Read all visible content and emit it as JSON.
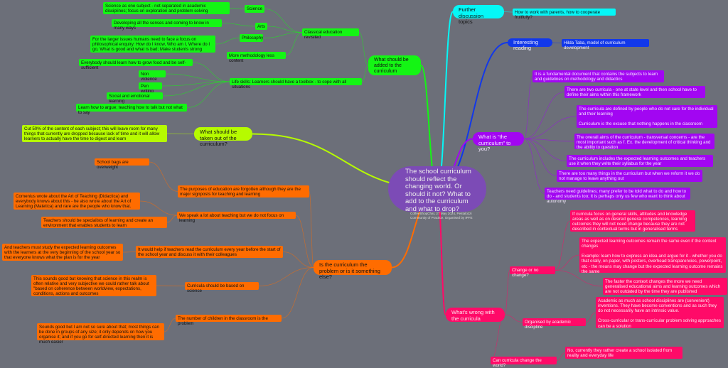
{
  "center": {
    "title": "The school curriculum should reflect the changing world. Or should it not? What to add to the curriculum and what to drop?",
    "caption": "CoffeeShopChat, 27 May 2024, Pestalozzi Community of Practice. Organised by IPFE"
  },
  "added": {
    "hub": "What should be added to the curriculum",
    "classical": "Classical education revisited",
    "science": "Science",
    "science_note": "Science as one subject - not separated in academic disciplines; focus on exploration and problem solving",
    "arts": "Arts",
    "arts_note": "Developing all the senses and coming to know in many ways",
    "philosophy": "Philosophy",
    "philosophy_note": "For the larger issues humans need to face a focus on philosophical enquiry: How do I know, Who am I, Where do I go, What is good and what is bad; Make students strong",
    "methodology": "More methodology less content",
    "life": "Life skills: Learners should have a toolbox - to cope with all situations",
    "food": "Everybody should learn how to grow food and be self-sufficient",
    "nonviolence": "Non violence",
    "pen": "Pen writing",
    "social": "Social and emotional learning",
    "argue": "Learn how to argue; teaching  how to talk but not what to say"
  },
  "further": {
    "hub": "Further discussion topics",
    "item": "How to work with parents, how to cooperate fruitfully?"
  },
  "reading": {
    "hub": "Interesting reading",
    "item": "Hilda Taba, model of curriculum development"
  },
  "what_is": {
    "hub": "What is “the curriculum” to you?",
    "items": [
      "It is a fundamental document that contains the subjects to learn and guidelines on methodology and didactics",
      "There are two curricula - one at state level and then school have to define their aims within this framework",
      "The curricula are defined by people who do not care for the individual and their learning\n\nCurriculum is the excuse that nothing happens in the classroom",
      "The overall aims of the curriculum - transversal concerns - are the most important such as f. Ex. the development of critical thinking and the ability to question",
      "The curriculum includes the expected learning outcomes and teachers use it when they write their syllabus for the year",
      "There are too many things in the curriculum but when we reform it we do not manage to leave anything out",
      "Teachers need guidelines; many prefer to be told what to do and how to do - and students too; It is perhaps only us few who want to think about autonomy"
    ]
  },
  "taken_out": {
    "hub": "What should be taken out of the curriculum?",
    "item": "Cut 50% of the content of each subject; this will leave room for many things that currently are dropped because lack of time and it will allow learners to actually have the time to digest and learn"
  },
  "problem": {
    "hub": "Is the curriculum the problem or is it something else?",
    "bags": "School bags are overweight",
    "purposes": "The purposes of education are forgotten although they are the major signposts for teaching and learning",
    "comenius": "Comenius wrote about the Art of Teaching (Didactica) and everybody knows about this  - he also wrote about the Art of Learning (Matetica) and rare are the people who know that.",
    "speak": "We speak a lot about teaching but we do not focus on learning",
    "specialists": "Teachers should be specialists of learning and create an environment that enables  students to learn",
    "study": "And teachers must study the expected learning outcomes with the learners at the very beginning of the school year so that everyone knows what the plan is for the year",
    "read": "It would help if teachers read the curriculum every year before the start of the school year and discuss it with their colleagues",
    "science_note": "This sounds good but knowing that science in this realm is often relative and very subjective we could rather talk about \"based on coherence between worldview, expectations, conditions, actions and outcomes",
    "science": "Curricula should be based on science",
    "number": "The number of children in the classroom is the problem",
    "number_note": "Sounds good but I am not so sure about that; most things can be done in groups of any size; it only depends on how you organise it; and if you go for self-directed learning then it is much easier"
  },
  "wrong": {
    "hub": "What's wrong with the curricula",
    "change": "Change or no change?",
    "change_items": [
      "If curricula focus on general skills, attitudes and knowledge areas as well as on desired general competences, learning outcomes they will not need change because they are not described in contextual terms but in generalised terms",
      "The expected learning outcomes remain the same even if the context changes\n\nExample: learn how to express an idea and argue for it - whether you do that orally, on paper, with posters, overhead transparencies, powerpoint, etc - the means may change but the expected learning outcome remains the same",
      "The faster the context changes the more we need generalised educational aims and learning outcomes which are not outdated by the time they are published"
    ],
    "academic": "Organised by academic discipline",
    "academic_note": "Academic as much as school disciplines are (convenient) inventions. They have become conventions  and as such they do not necessarily have an intrinsic value.\n\nCross-curricular or trans-curricular problem solving approaches can be a solution",
    "world": "Can curricula change the world?",
    "world_note": "No, currently they rather create a school isolated from reality and everyday life"
  },
  "colors": {
    "green": "#14f514",
    "cyan": "#05f7f7",
    "blue": "#1238ea",
    "purple": "#a206f2",
    "orange": "#ff6c00",
    "pink": "#ff0a68",
    "yellowgreen": "#b6fb00"
  }
}
